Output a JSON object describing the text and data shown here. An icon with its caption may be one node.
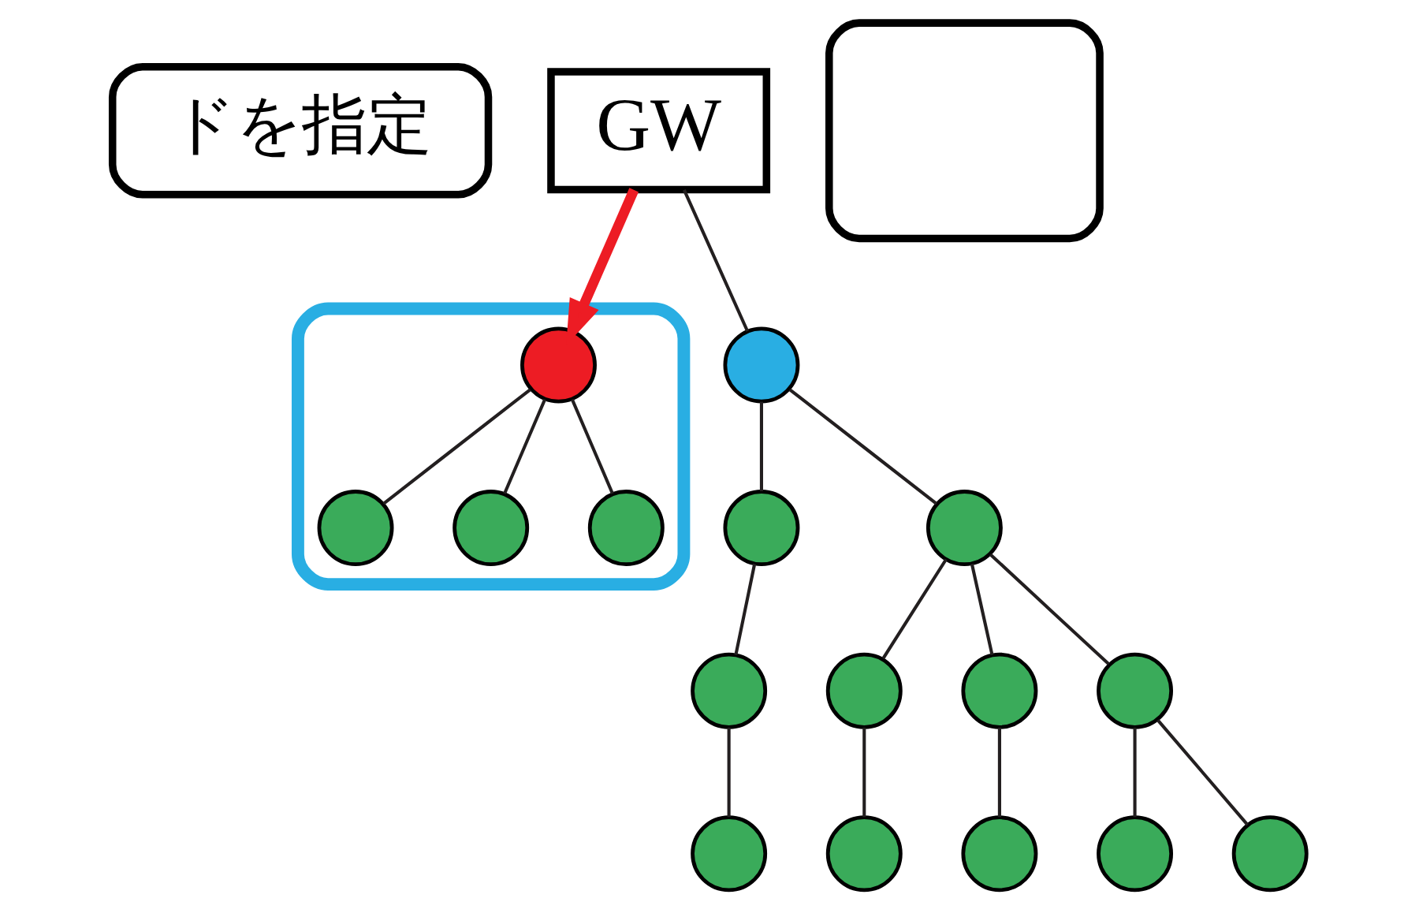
{
  "diagram": {
    "nodes": [
      {
        "text": [
          "ドを指定"
        ]
      },
      {
        "text": [
          "GW"
        ]
      },
      {
        "text": [],
        "shape": "circle"
      },
      {
        "text": [],
        "shape": "circle"
      },
      {
        "text": [],
        "shape": "circle"
      },
      {
        "text": [],
        "shape": "box"
      },
      {
        "text": [],
        "shape": "ellipse"
      },
      {
        "text": [],
        "shape": "circle",
        "in": 6
      },
      {
        "text": [],
        "shape": "circle"
      },
      {
        "text": [],
        "shape": "circle"
      },
      {
        "text": [],
        "shape": "circle"
      },
      {
        "text": [],
        "shape": "circle"
      },
      {
        "text": [],
        "shape": "circle",
        "in": 6
      },
      {
        "text": [],
        "shape": "circle",
        "in": 6
      },
      {
        "text": [],
        "shape": "circle",
        "in": 6
      },
      {
        "text": [],
        "shape": "circle"
      },
      {
        "text": [],
        "shape": "circle"
      },
      {
        "text": [],
        "shape": "circle"
      },
      {
        "text": [],
        "shape": "circle"
      },
      {
        "text": [],
        "shape": "circle"
      }
    ],
    "edges": [
      {
        "from": 1,
        "to": 2,
        "arrow": "none"
      },
      {
        "from": 1,
        "to": 7,
        "arrow": "to",
        "style": "thick",
        "color": "#ed1c24"
      },
      {
        "from": 2,
        "to": 3,
        "arrow": "none"
      },
      {
        "from": 2,
        "to": 4,
        "arrow": "none"
      },
      {
        "from": 3,
        "to": 8,
        "arrow": "none"
      },
      {
        "from": 8,
        "to": 15,
        "arrow": "none"
      },
      {
        "from": 4,
        "to": 9,
        "arrow": "none"
      },
      {
        "from": 4,
        "to": 10,
        "arrow": "none"
      },
      {
        "from": 4,
        "to": 11,
        "arrow": "none"
      },
      {
        "from": 9,
        "to": 16,
        "arrow": "none"
      },
      {
        "from": 10,
        "to": 17,
        "arrow": "none"
      },
      {
        "from": 11,
        "to": 18,
        "arrow": "none"
      },
      {
        "from": 11,
        "to": 19,
        "arrow": "none"
      },
      {
        "from": 7,
        "to": 12,
        "arrow": "none"
      },
      {
        "from": 7,
        "to": 13,
        "arrow": "none"
      },
      {
        "from": 7,
        "to": 14,
        "arrow": "none"
      }
    ]
  }
}
